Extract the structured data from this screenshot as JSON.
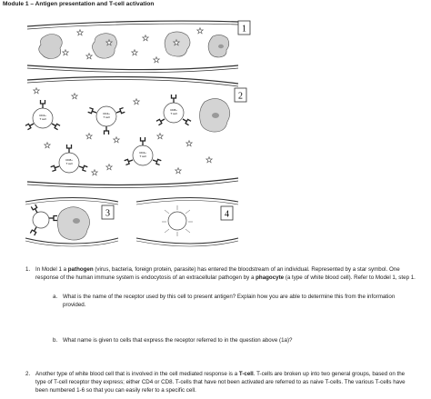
{
  "title": "Module 1 – Antigen presentation and T-cell activation",
  "panels": [
    {
      "number": "1"
    },
    {
      "number": "2"
    },
    {
      "number": "3"
    },
    {
      "number": "4"
    }
  ],
  "cell_labels": {
    "cd4_a": [
      "CD4+",
      "T cell"
    ],
    "cd4_b": [
      "CD4+",
      "T cell"
    ],
    "cd8_a": [
      "CD8+",
      "T cell"
    ],
    "cd8_b": [
      "CD8+",
      "T cell"
    ],
    "cd4_c": [
      "CD4+",
      "T cell"
    ]
  },
  "questions": [
    {
      "number": "1.",
      "segments": [
        {
          "text": "In Model 1 a ",
          "bold": false
        },
        {
          "text": "pathogen",
          "bold": true
        },
        {
          "text": " (virus, bacteria, foreign protein, parasite) has entered the bloodstream of an individual. Represented by a star symbol. One response of the human immune system is endocytosis of an extracellular pathogen by a ",
          "bold": false
        },
        {
          "text": "phagocyte",
          "bold": true
        },
        {
          "text": " (a type of white blood cell). Refer to Model 1, step 1.",
          "bold": false
        }
      ],
      "sub": [
        {
          "letter": "a.",
          "text": "What is the name of the receptor used by this cell to present antigen? Explain how you are able to determine this from the information provided."
        },
        {
          "letter": "b.",
          "text": "What name is given to cells that express the receptor referred to in the question above (1a)?"
        }
      ]
    },
    {
      "number": "2.",
      "segments": [
        {
          "text": "Another type of white blood cell that is involved in the cell mediated response is a ",
          "bold": false
        },
        {
          "text": "T-cell",
          "bold": true
        },
        {
          "text": ". T-cells are broken up into two general groups, based on the type of T-cell receptor they express; either CD4 or CD8. T-cells that have not been activated are referred to as naive T-cells. The various T-cells have been numbered 1-6 so that you can easily refer to a specific cell.",
          "bold": false
        }
      ]
    }
  ]
}
